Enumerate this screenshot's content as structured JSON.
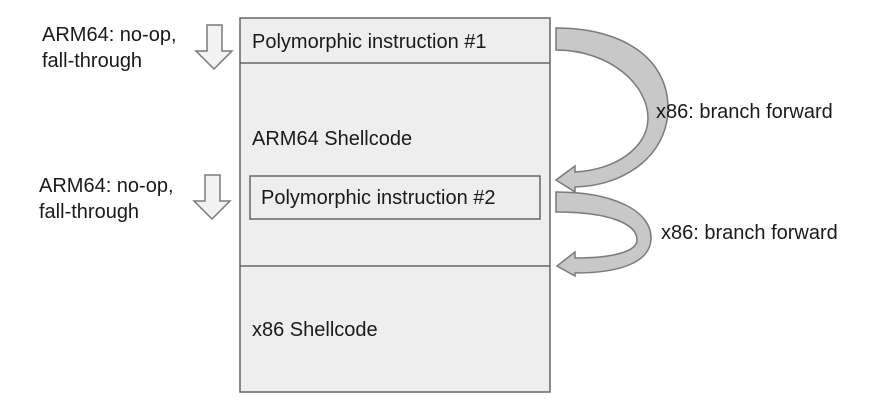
{
  "diagram": {
    "instr1": "Polymorphic instruction #1",
    "arm64_shellcode": "ARM64 Shellcode",
    "instr2": "Polymorphic instruction #2",
    "x86_shellcode": "x86 Shellcode",
    "left_label_1": {
      "line1": "ARM64: no-op,",
      "line2": "fall-through"
    },
    "left_label_2": {
      "line1": "ARM64: no-op,",
      "line2": "fall-through"
    },
    "branch_label_1": "x86: branch forward",
    "branch_label_2": "x86: branch forward",
    "colors": {
      "block_fill": "#eeeeee",
      "border": "#666666",
      "arrow_fill": "#c8c8c8",
      "down_arrow_fill": "#f2f2f2"
    }
  }
}
